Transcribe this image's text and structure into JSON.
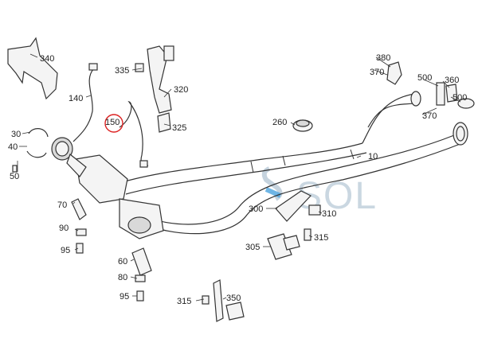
{
  "watermark": {
    "text": "SOL"
  },
  "callouts": {
    "c340": "340",
    "c140": "140",
    "c150": "150",
    "c335": "335",
    "c320": "320",
    "c325": "325",
    "c30": "30",
    "c40": "40",
    "c50": "50",
    "c260": "260",
    "c10": "10",
    "c380": "380",
    "c370a": "370",
    "c500a": "500",
    "c360": "360",
    "c500b": "500",
    "c370b": "370",
    "c70": "70",
    "c90": "90",
    "c95a": "95",
    "c300": "300",
    "c310": "310",
    "c305": "305",
    "c315a": "315",
    "c60": "60",
    "c80": "80",
    "c95b": "95",
    "c315b": "315",
    "c350": "350"
  }
}
